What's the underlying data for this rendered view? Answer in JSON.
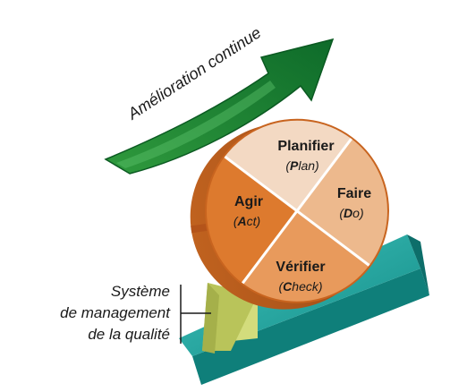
{
  "arrow": {
    "label": "Amélioration continue"
  },
  "wheel": {
    "plan": {
      "title": "Planifier",
      "sub_prefix": "(",
      "sub_initial": "P",
      "sub_rest": "lan)"
    },
    "do": {
      "title": "Faire",
      "sub_prefix": "(",
      "sub_initial": "D",
      "sub_rest": "o)"
    },
    "check": {
      "title": "Vérifier",
      "sub_prefix": "(",
      "sub_initial": "C",
      "sub_rest": "heck)"
    },
    "act": {
      "title": "Agir",
      "sub_prefix": "(",
      "sub_initial": "A",
      "sub_rest": "ct)"
    }
  },
  "wedge": {
    "label_line1": "Système",
    "label_line2": "de management",
    "label_line3": "de la qualité"
  },
  "colors": {
    "arrow_green": "#1f8a3c",
    "ramp_teal": "#1aa6a0",
    "wedge_yellow": "#c9d46a",
    "wheel_edge": "#b4541a",
    "plan_fill": "#f3d9c3",
    "do_fill": "#edb98d",
    "check_fill": "#e89a5c",
    "act_fill": "#dd7a2e"
  }
}
